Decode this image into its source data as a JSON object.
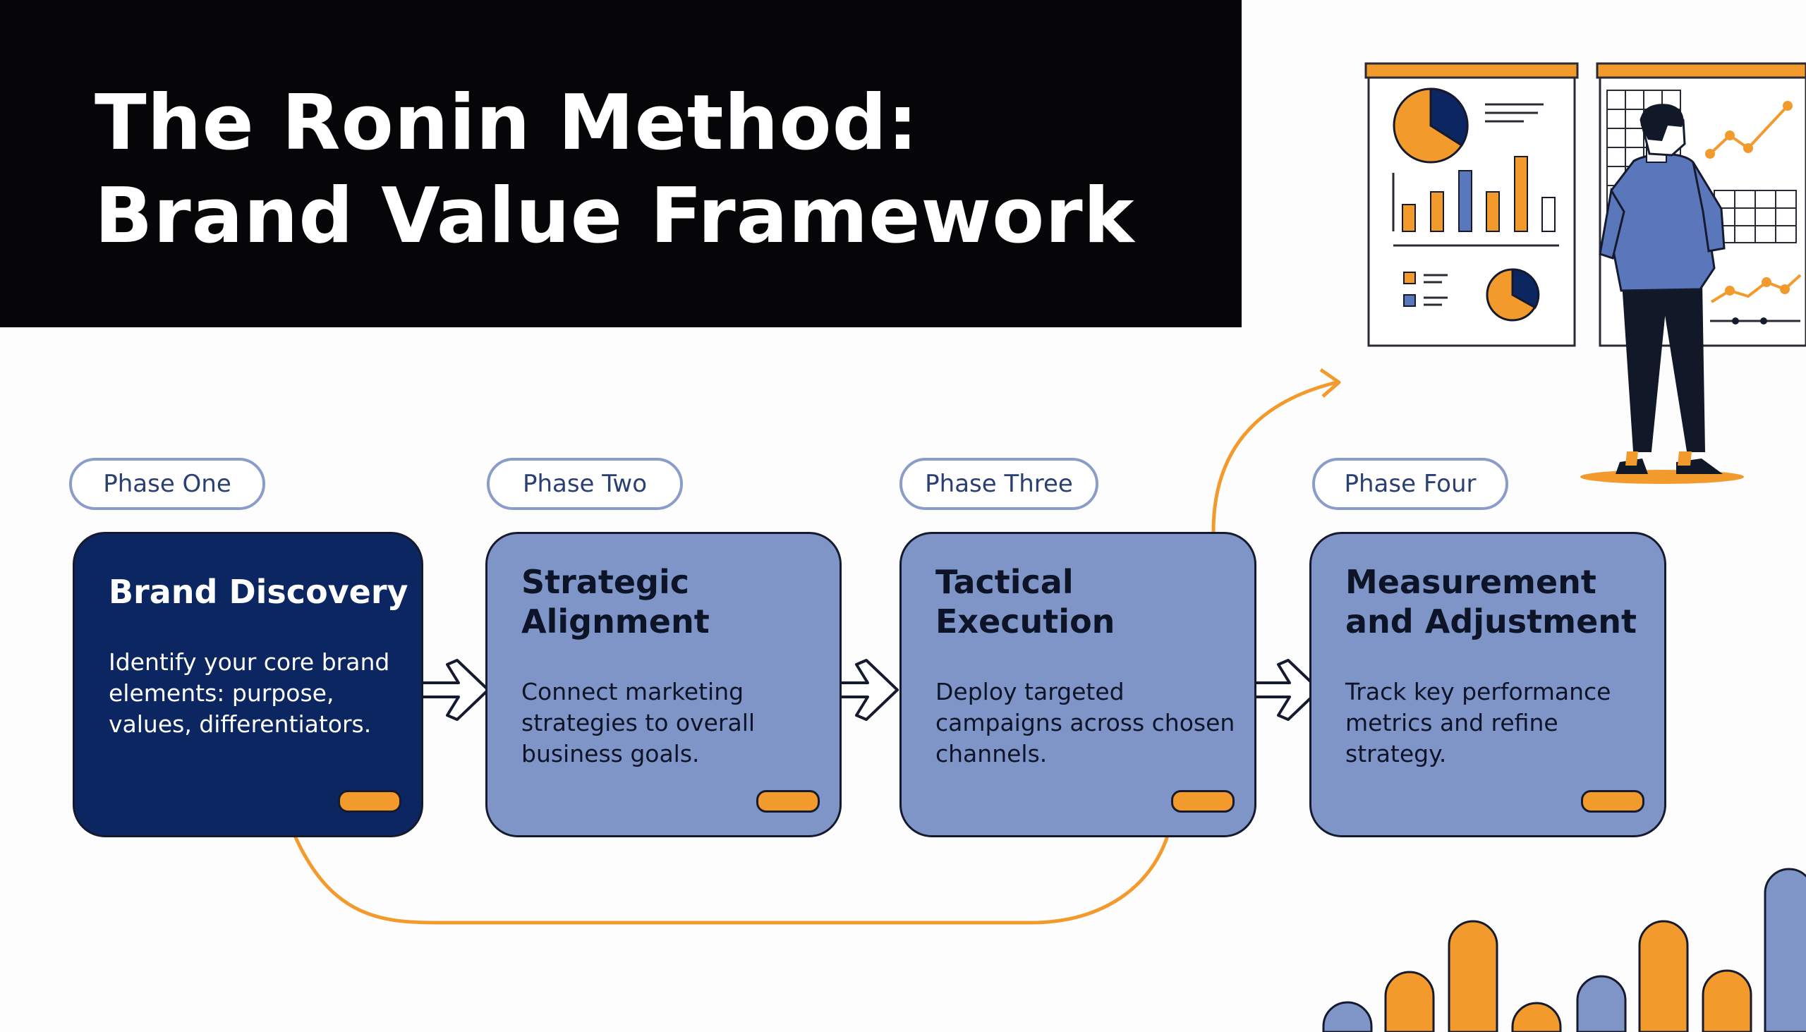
{
  "title": {
    "line1": "The Ronin Method:",
    "line2": "Brand Value Framework"
  },
  "phases": [
    {
      "pill": "Phase One",
      "title": "Brand Discovery",
      "body": "Identify your core brand elements: purpose, values, differentiators."
    },
    {
      "pill": "Phase Two",
      "title": "Strategic Alignment",
      "body": "Connect marketing strategies to overall business goals."
    },
    {
      "pill": "Phase Three",
      "title": "Tactical Execution",
      "body": "Deploy targeted campaigns across chosen channels."
    },
    {
      "pill": "Phase Four",
      "title": "Measurement and Adjustment",
      "body": "Track key performance metrics and refine strategy."
    }
  ],
  "colors": {
    "accent": "#f39a2d",
    "card": "#7f95c8",
    "card_active": "#0b2660",
    "title_bg": "#060608"
  },
  "icons": [
    "arrow-right-icon",
    "presentation-board-icon",
    "pie-chart-icon",
    "bar-chart-icon",
    "line-chart-icon",
    "person-illustration",
    "decorative-bars"
  ]
}
